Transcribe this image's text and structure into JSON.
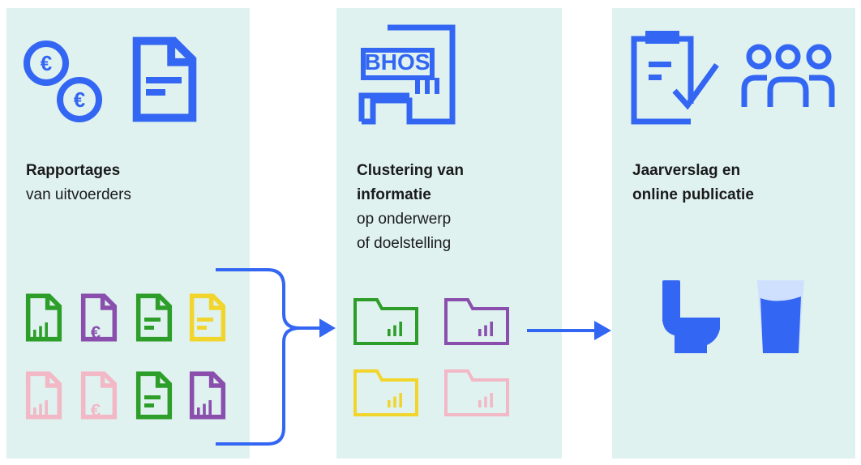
{
  "stage1": {
    "title": "Rapportages",
    "subtitle": "van uitvoerders",
    "currency_symbol": "€"
  },
  "stage2": {
    "title_line1": "Clustering van",
    "title_line2": "informatie",
    "sub_line1": "op onderwerp",
    "sub_line2": "of doelstelling",
    "logo_text": "BHOS"
  },
  "stage3": {
    "title_line1": "Jaarverslag en",
    "title_line2": "online publicatie"
  },
  "colors": {
    "blue": "#3366f2",
    "green": "#2e9e2a",
    "purple": "#8a4fad",
    "yellow": "#f2d52c",
    "pink": "#f2b8c6",
    "panel": "#dff2f0"
  }
}
